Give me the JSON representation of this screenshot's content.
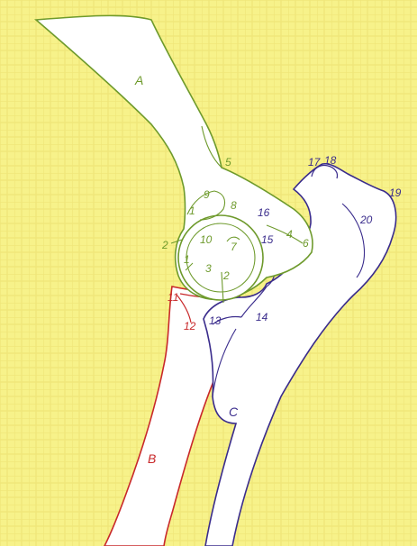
{
  "colors": {
    "background": "#f7f28a",
    "grid": "#efe578",
    "bone_fill": "#ffffff",
    "humerus": "#6e9a2c",
    "radius": "#c8282a",
    "ulna": "#3a2c8c"
  },
  "bones": {
    "humerus": {
      "label": "A"
    },
    "radius": {
      "label": "B"
    },
    "ulna": {
      "label": "C"
    }
  },
  "labels": {
    "n1a": "1",
    "n1b": "1",
    "n2a": "2",
    "n2b": "2",
    "n3": "3",
    "n4": "4",
    "n5": "5",
    "n6": "6",
    "n7": "7",
    "n8": "8",
    "n9": "9",
    "n10": "10",
    "n11": "11",
    "n12": "12",
    "n13": "13",
    "n14": "14",
    "n15": "15",
    "n16": "16",
    "n17": "17",
    "n18": "18",
    "n19": "19",
    "n20": "20"
  }
}
